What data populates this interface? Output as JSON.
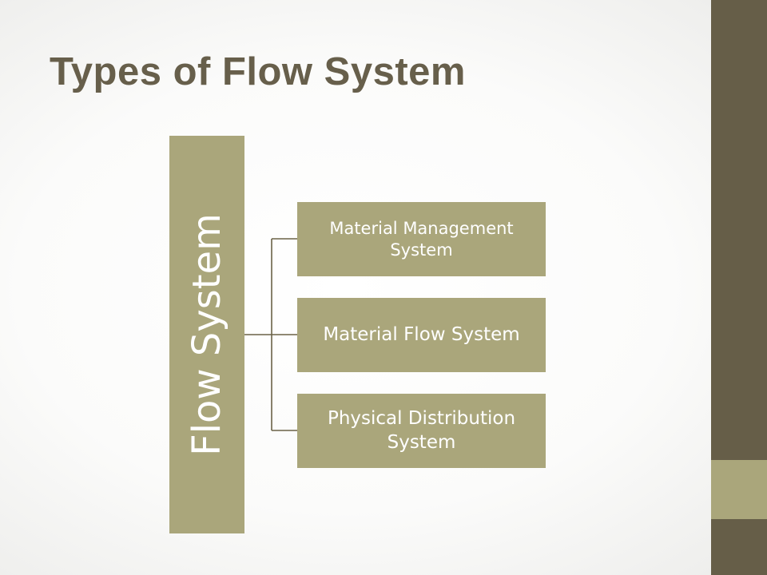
{
  "slide": {
    "title": "Types of Flow System",
    "diagram": {
      "root_label": "Flow System",
      "children": [
        {
          "label": "Material Management System"
        },
        {
          "label": "Material Flow System"
        },
        {
          "label": "Physical Distribution System"
        }
      ]
    }
  },
  "colors": {
    "title_text": "#675f4b",
    "box_fill": "#aaa67b",
    "side_bar": "#665e48",
    "connector_line": "#6b6247"
  }
}
